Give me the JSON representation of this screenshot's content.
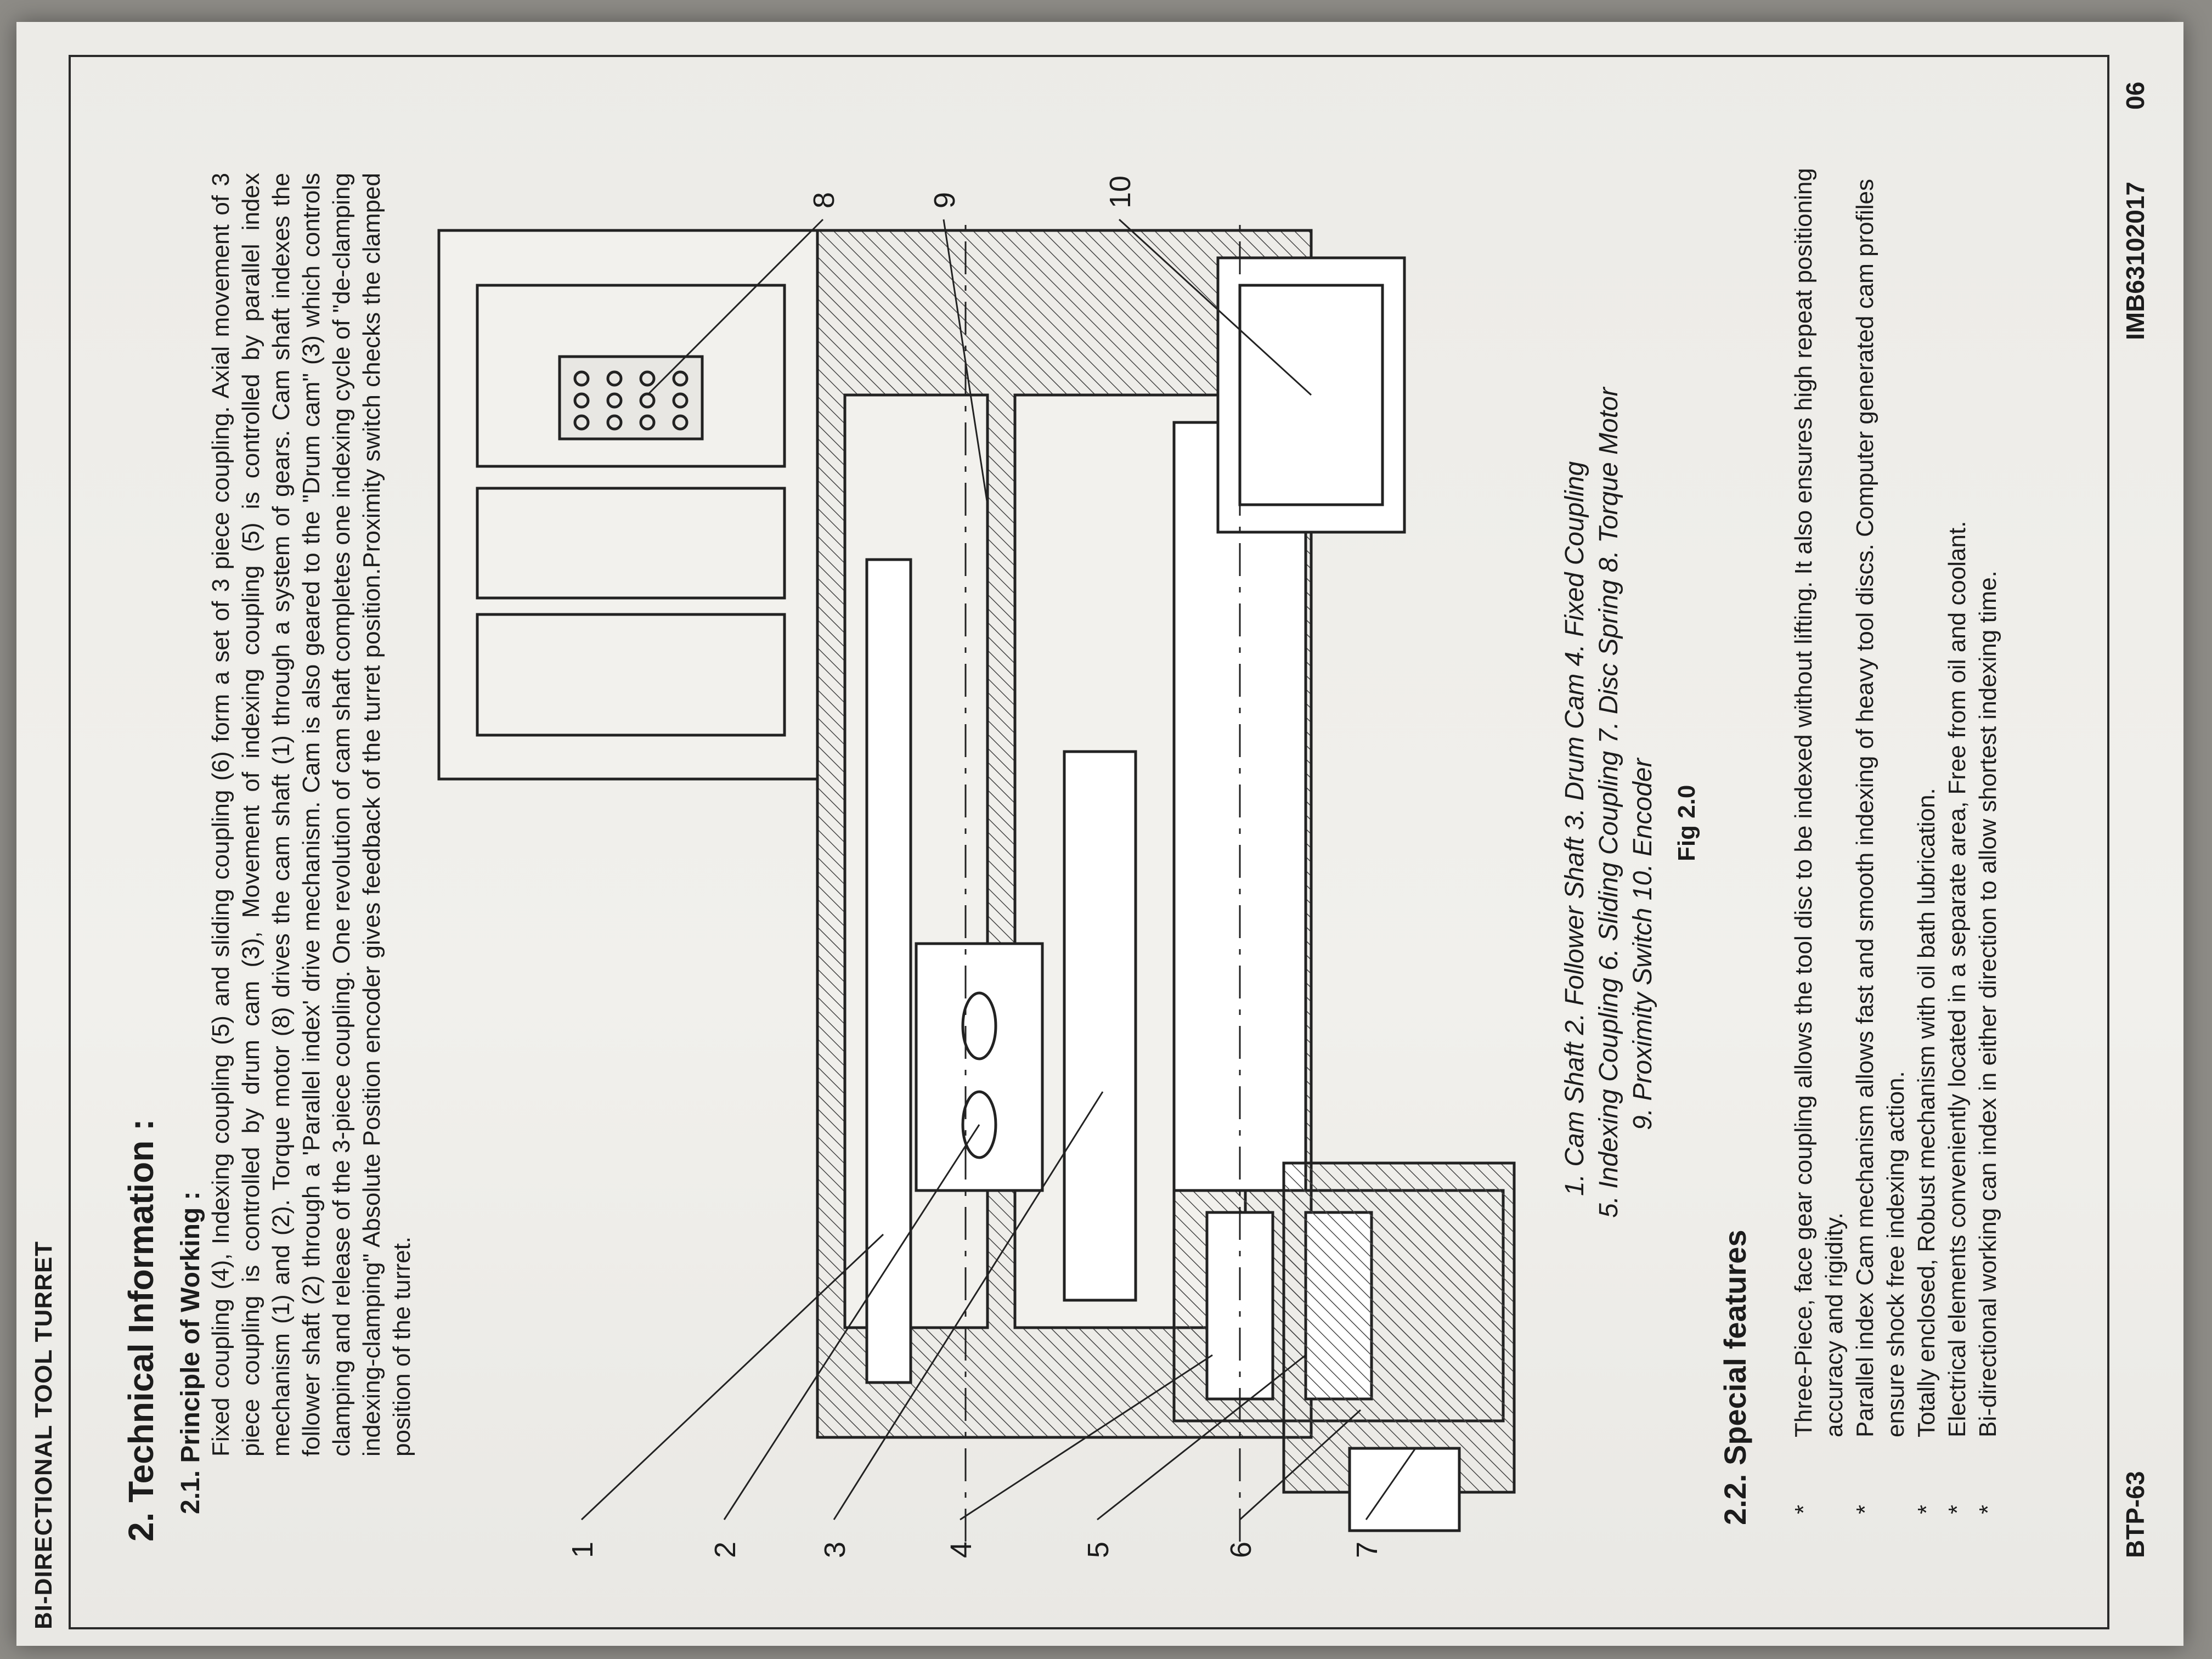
{
  "header": {
    "title": "BI-DIRECTIONAL TOOL TURRET"
  },
  "section": {
    "title": "2. Technical Information :",
    "subsection_title": "2.1.  Principle of Working :",
    "paragraph": "Fixed coupling (4), Indexing coupling (5) and sliding coupling (6) form a set of 3 piece coupling. Axial movement of 3 piece coupling is controlled by drum cam (3),  Movement of indexing coupling (5) is controlled by parallel index mechanism (1) and (2). Torque motor (8) drives the cam shaft (1) through a system of gears. Cam shaft indexes the follower shaft (2) through a 'Parallel index' drive mechanism.  Cam is also geared to the \"Drum cam\" (3) which controls clamping and release of the 3-piece coupling.  One revolution of cam shaft completes one indexing cycle of \"de-clamping indexing-clamping\" Absolute Position encoder gives feedback of the turret position.Proximity switch checks the clamped position of the turret."
  },
  "figure": {
    "callouts": [
      "1",
      "2",
      "3",
      "4",
      "5",
      "6",
      "7",
      "8",
      "9",
      "10"
    ],
    "caption_lines": [
      "1. Cam Shaft   2. Follower Shaft   3. Drum Cam   4. Fixed Coupling",
      "5. Indexing Coupling  6. Sliding Coupling  7. Disc Spring  8. Torque Motor",
      "9. Proximity Switch     10. Encoder"
    ],
    "label": "Fig 2.0"
  },
  "features": {
    "title": "2.2.  Special features",
    "bullet": "*",
    "items": [
      "Three-Piece, face gear coupling allows the tool disc to be indexed without lifting. It also ensures high repeat positioning accuracy and rigidity.",
      "Parallel index Cam mechanism allows fast and smooth indexing of heavy tool discs. Computer generated cam profiles ensure shock free indexing action.",
      "Totally enclosed, Robust mechanism with oil bath lubrication.",
      "Electrical elements conveniently located in a separate area, Free from oil and coolant.",
      "Bi-directional working can index in either direction to allow shortest indexing time."
    ]
  },
  "footer": {
    "left": "BTP-63",
    "code": "IMB63102017",
    "page": "06"
  }
}
